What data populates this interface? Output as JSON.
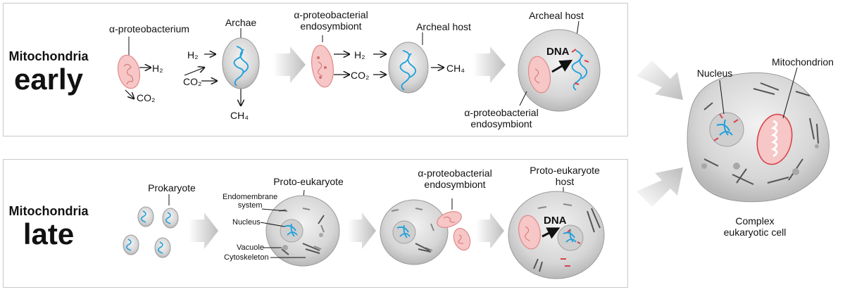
{
  "early": {
    "title_top": "Mitochondria",
    "title_big": "early",
    "labels": {
      "alpha_proteobacterium": "α-proteobacterium",
      "h2_a": "H₂",
      "co2_a": "CO₂",
      "h2_b": "H₂",
      "co2_b": "CO₂",
      "archae": "Archae",
      "ch4_a": "CH₄",
      "endosymbiont_line1": "α-proteobacterial",
      "endosymbiont_line2": "endosymbiont",
      "h2_c": "H₂",
      "co2_c": "CO₂",
      "archeal_host_a": "Archeal host",
      "ch4_b": "CH₄",
      "archeal_host_b": "Archeal host",
      "dna": "DNA",
      "endosymbiont2_line1": "α-proteobacterial",
      "endosymbiont2_line2": "endosymbiont"
    }
  },
  "late": {
    "title_top": "Mitochondria",
    "title_big": "late",
    "labels": {
      "prokaryote": "Prokaryote",
      "proto_eukaryote": "Proto-eukaryote",
      "endomembrane_line1": "Endomembrane",
      "endomembrane_line2": "system",
      "nucleus": "Nucleus",
      "vacuole": "Vacuole",
      "cytoskeleton": "Cytoskeleton",
      "endosymbiont_line1": "α-proteobacterial",
      "endosymbiont_line2": "endosymbiont",
      "host_line1": "Proto-eukaryote",
      "host_line2": "host",
      "dna": "DNA"
    }
  },
  "complex": {
    "nucleus": "Nucleus",
    "mitochondrion": "Mitochondrion",
    "caption_line1": "Complex",
    "caption_line2": "eukaryotic cell"
  },
  "colors": {
    "cell_fill": "#d9d9d9",
    "bacterium_fill": "#f7c6c6",
    "bacterium_stroke": "#e08a8a",
    "dna_blue": "#1ea0dc",
    "dna_red": "#d9434b",
    "arrow_gray": "#c8c8c8"
  }
}
